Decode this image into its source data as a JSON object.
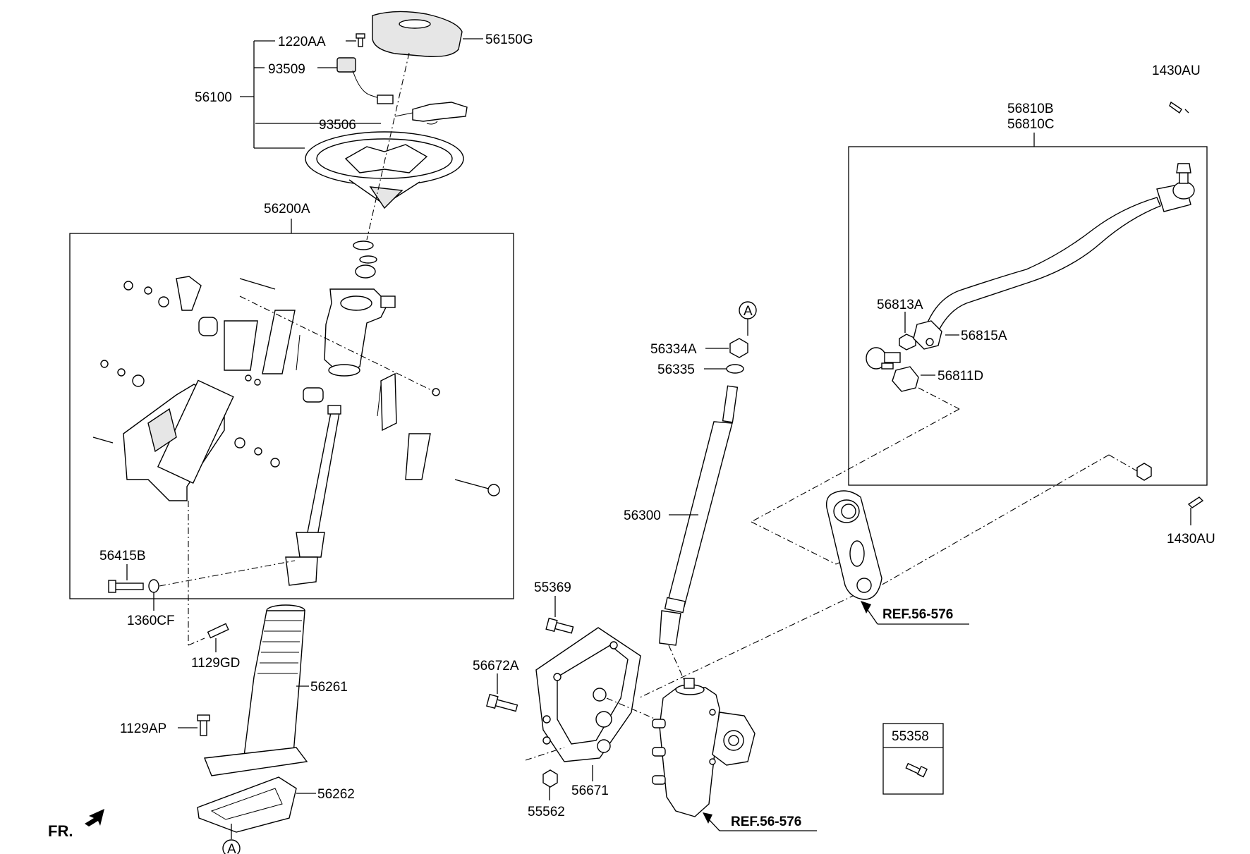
{
  "labels": {
    "p1220AA": "1220AA",
    "p56150G": "56150G",
    "p93509": "93509",
    "p56100": "56100",
    "p93506": "93506",
    "p56200A": "56200A",
    "p56415B": "56415B",
    "p1360CF": "1360CF",
    "p1129GD": "1129GD",
    "p56261": "56261",
    "p1129AP": "1129AP",
    "p56262": "56262",
    "p56334A": "56334A",
    "p56335": "56335",
    "p56300": "56300",
    "p55369": "55369",
    "p56672A": "56672A",
    "p56671": "56671",
    "p55562": "55562",
    "p56810B": "56810B",
    "p56810C": "56810C",
    "p1430AU_top": "1430AU",
    "p1430AU_bottom": "1430AU",
    "p56813A": "56813A",
    "p56815A": "56815A",
    "p56811D": "56811D",
    "p55358": "55358",
    "ref_right": "REF.56-576",
    "ref_bottom": "REF.56-576",
    "marker_a_top": "A",
    "marker_a_bottom": "A",
    "fr": "FR."
  }
}
